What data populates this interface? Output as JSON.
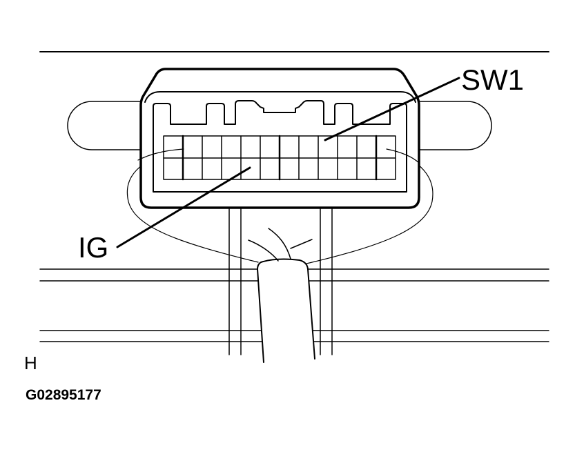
{
  "diagram": {
    "type": "connector-face-view",
    "colors": {
      "stroke": "#000000",
      "background": "#ffffff"
    },
    "connector": {
      "pin_rows": 2,
      "pin_columns": 12
    },
    "callouts": {
      "sw1": "SW1",
      "ig": "IG"
    },
    "view_letter": "H",
    "figure_code": "G02895177"
  }
}
